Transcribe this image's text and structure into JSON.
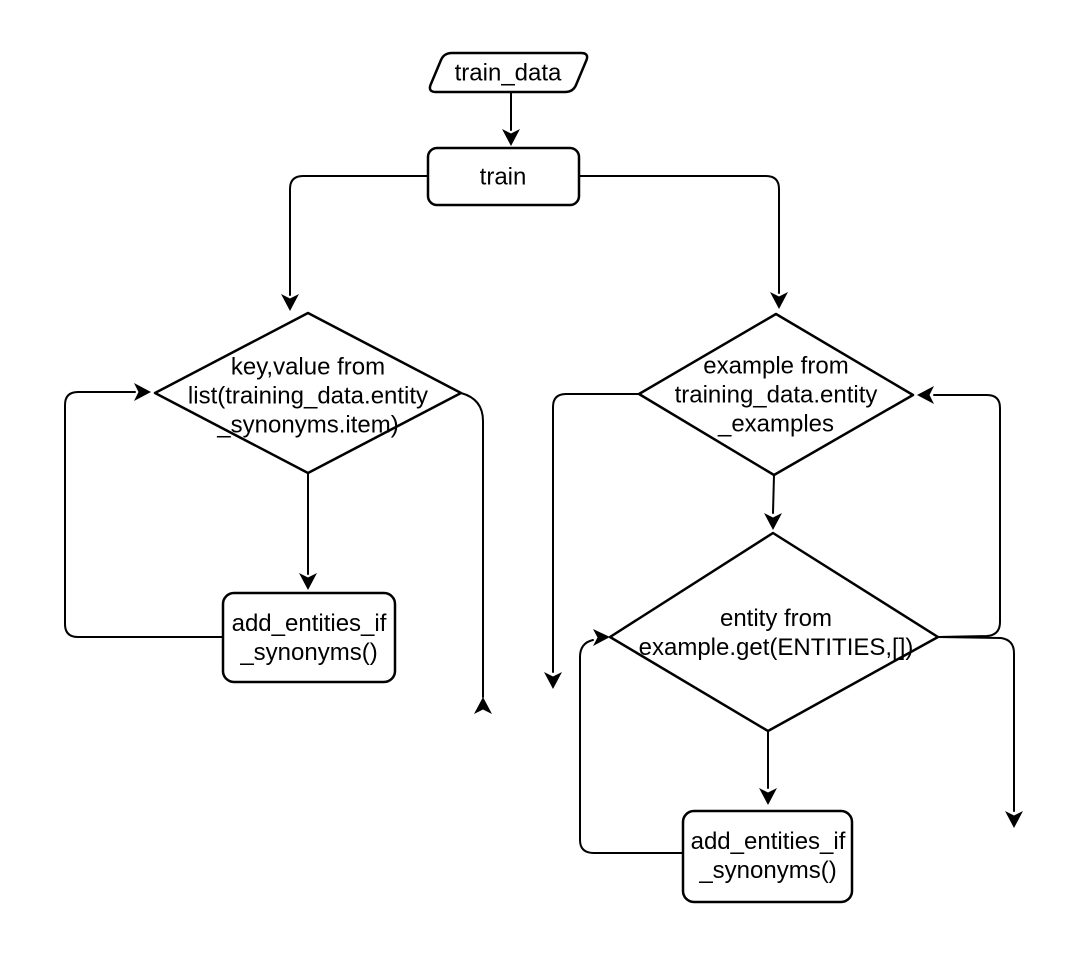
{
  "diagram": {
    "kind": "flowchart",
    "background_color": "#ffffff",
    "stroke_color": "#000000",
    "text_color": "#000000",
    "nodes": {
      "train_data": {
        "shape": "input-output-parallelogram",
        "lines": [
          "train_data"
        ]
      },
      "train": {
        "shape": "process-rectangle",
        "lines": [
          "train"
        ]
      },
      "left_loop": {
        "shape": "decision-diamond",
        "lines": [
          "key,value from",
          "list(training_data.entity",
          "_synonyms.item)"
        ]
      },
      "right_loop": {
        "shape": "decision-diamond",
        "lines": [
          "example from",
          "training_data.entity",
          "_examples"
        ]
      },
      "inner_loop": {
        "shape": "decision-diamond",
        "lines": [
          "entity from",
          "example.get(ENTITIES,[])"
        ]
      },
      "left_body": {
        "shape": "process-rectangle",
        "lines": [
          "add_entities_if",
          "_synonyms()"
        ]
      },
      "right_body": {
        "shape": "process-rectangle",
        "lines": [
          "add_entities_if",
          "_synonyms()"
        ]
      }
    },
    "edges": [
      {
        "from": "train_data",
        "to": "train",
        "arrow": "down"
      },
      {
        "from": "train",
        "to": "left_loop",
        "arrow": "down",
        "route": "left-then-down"
      },
      {
        "from": "train",
        "to": "right_loop",
        "arrow": "down",
        "route": "right-then-down"
      },
      {
        "from": "left_loop",
        "to": "left_body",
        "arrow": "down"
      },
      {
        "from": "left_body",
        "to": "left_loop",
        "arrow": "right",
        "route": "loop-back-left-side"
      },
      {
        "from": "left_loop",
        "to": "open-end-below",
        "arrow": "up",
        "route": "right-point-down-dangling"
      },
      {
        "from": "right_loop",
        "to": "open-end-below",
        "arrow": "down",
        "route": "left-point-down-dangling"
      },
      {
        "from": "right_loop",
        "to": "inner_loop",
        "arrow": "down"
      },
      {
        "from": "inner_loop",
        "to": "right_body",
        "arrow": "down"
      },
      {
        "from": "right_body",
        "to": "inner_loop",
        "arrow": "right",
        "route": "loop-back-left-side"
      },
      {
        "from": "inner_loop",
        "to": "right_loop",
        "arrow": "left",
        "route": "loop-back-right-side"
      },
      {
        "from": "inner_loop",
        "to": "open-end-below",
        "arrow": "down",
        "route": "right-point-down-dangling"
      }
    ]
  }
}
